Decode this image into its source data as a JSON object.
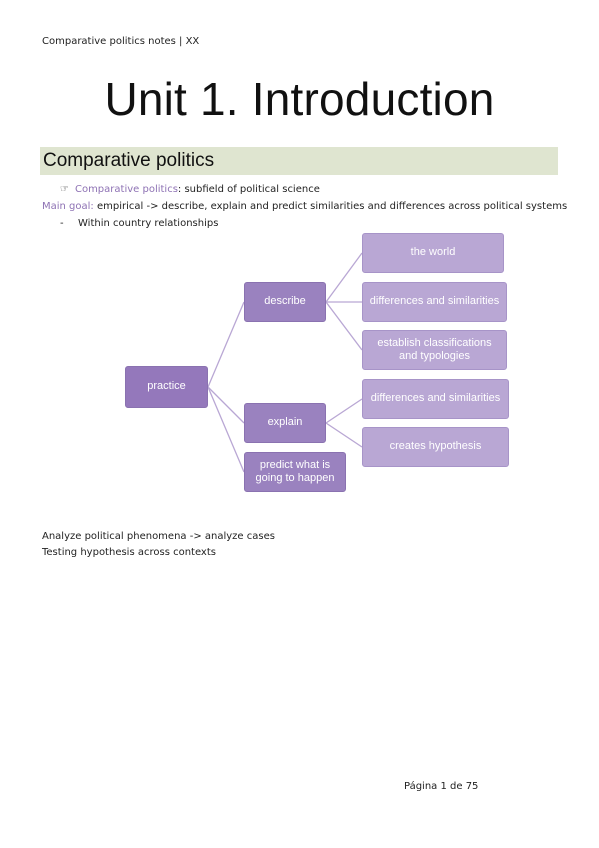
{
  "header": {
    "text": "Comparative politics notes | XX"
  },
  "title": "Unit 1. Introduction",
  "section": {
    "title": "Comparative politics"
  },
  "body": {
    "bullet_term": "Comparative politics",
    "bullet_rest": ": subfield of political science",
    "main_goal_label": "Main goal:",
    "main_goal_text": " empirical -> describe, explain and predict similarities and differences across political systems",
    "sub_bullet_marker": "-",
    "sub_bullet_text": "Within country relationships"
  },
  "diagram": {
    "root": "practice",
    "branches": {
      "describe": "describe",
      "explain": "explain",
      "predict": "predict what is going to happen"
    },
    "leaves": {
      "world": "the world",
      "diff_sim_1": "differences and similarities",
      "classifications": "establish classifications and typologies",
      "diff_sim_2": "differences and similarities",
      "hypothesis": "creates hypothesis"
    }
  },
  "footer_text": {
    "line1": "Analyze political phenomena -> analyze cases",
    "line2": "Testing hypothesis across contexts"
  },
  "page_number": "Página 1 de 75",
  "colors": {
    "section_bar": "#dfe5d0",
    "node_dark": "#9a82bf",
    "node_light": "#b9a7d4",
    "highlight_text": "#8e72b4"
  }
}
